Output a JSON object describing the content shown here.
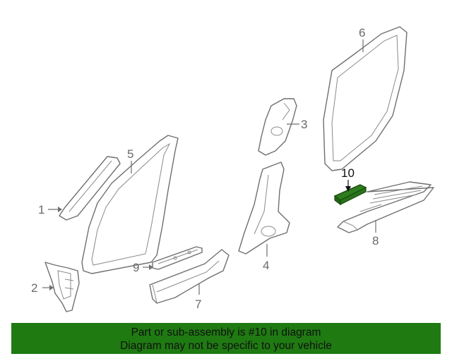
{
  "diagram": {
    "callouts": {
      "c1": "1",
      "c2": "2",
      "c3": "3",
      "c4": "4",
      "c5": "5",
      "c6": "6",
      "c7": "7",
      "c8": "8",
      "c9": "9",
      "c10": "10"
    },
    "highlight_color": "#2e7d1e"
  },
  "banner": {
    "line1": "Part or sub-assembly is #10 in diagram",
    "line2": "Diagram may not be specific to your vehicle",
    "background": "#1f7a12"
  }
}
